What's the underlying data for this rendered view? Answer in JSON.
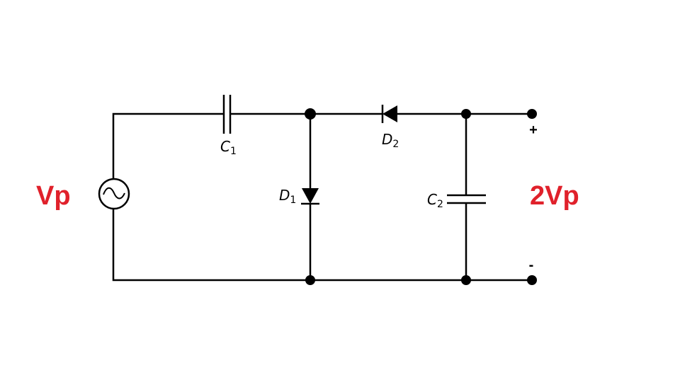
{
  "colors": {
    "wire": "#000000",
    "voltage_label": "#e0212b",
    "background": "#ffffff"
  },
  "source": {
    "label": "Vp"
  },
  "output": {
    "label": "2Vp",
    "plus": "+",
    "minus": "-"
  },
  "components": {
    "c1": {
      "letter": "C",
      "sub": "1"
    },
    "c2": {
      "letter": "C",
      "sub": "2"
    },
    "d1": {
      "letter": "D",
      "sub": "1"
    },
    "d2": {
      "letter": "D",
      "sub": "2"
    }
  },
  "icons": {
    "ac_source": "ac-source-icon",
    "capacitor": "capacitor-icon",
    "diode": "diode-icon"
  }
}
